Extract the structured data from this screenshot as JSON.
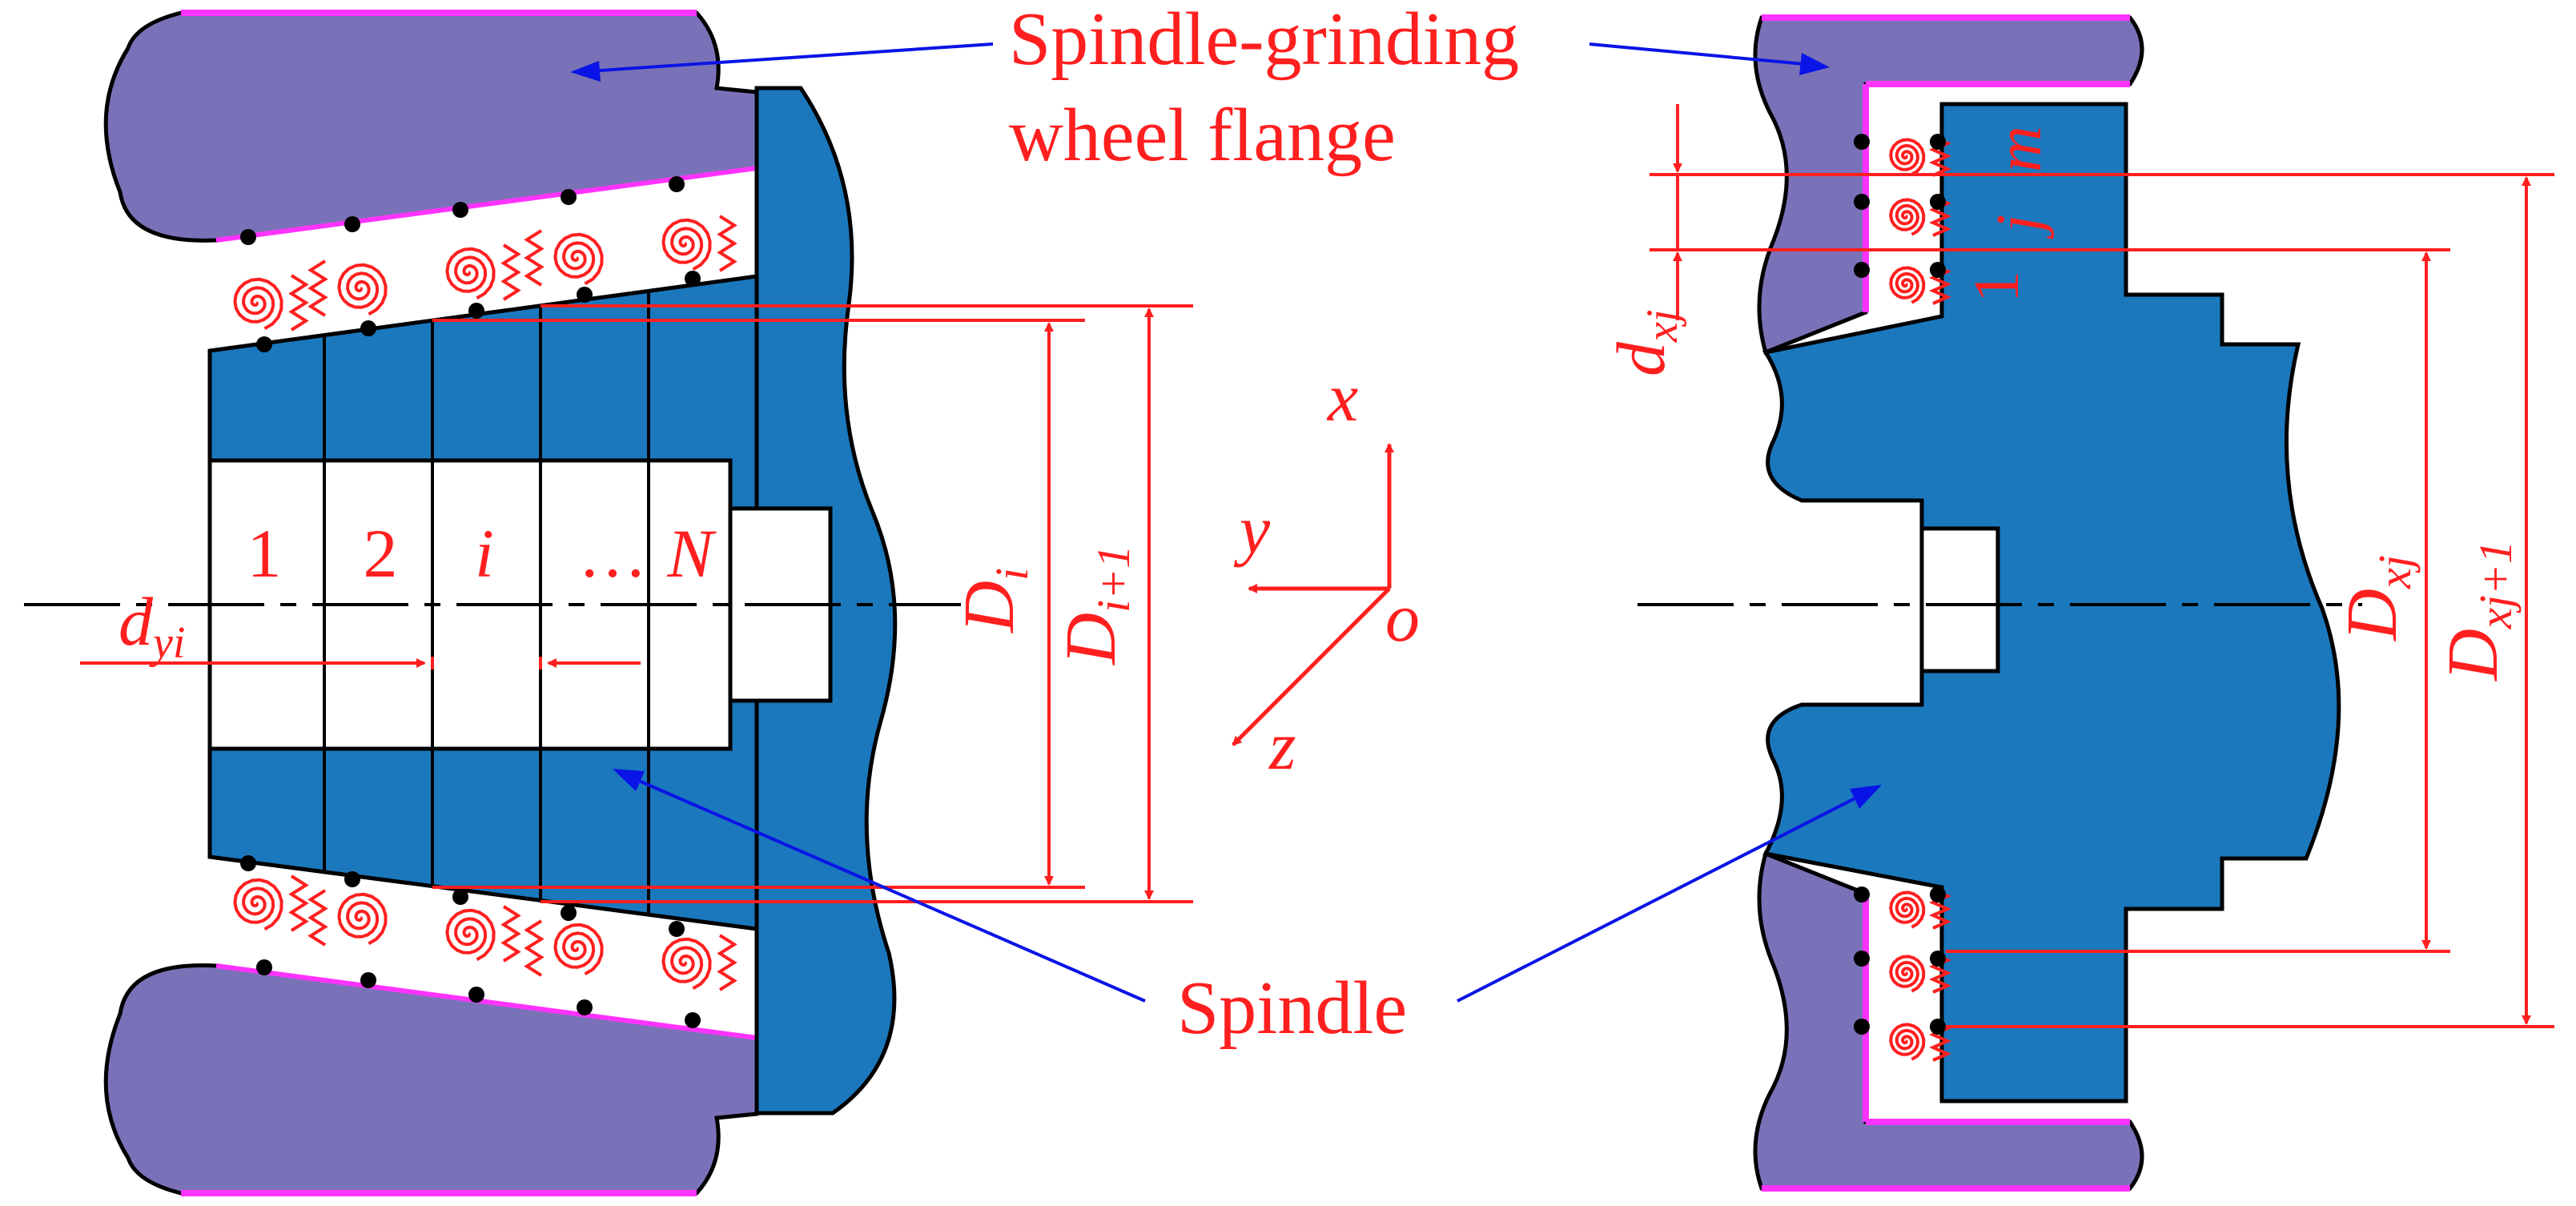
{
  "colors": {
    "flange_fill": "#7a72b8",
    "flange_edge": "#ff33ff",
    "spindle_fill": "#1b78bd",
    "annotation_red": "#ff1f1f",
    "leader_blue": "#0a14e6",
    "outline": "#000000"
  },
  "labels": {
    "flange_title_line1": "Spindle-grinding",
    "flange_title_line2": "wheel flange",
    "spindle": "Spindle",
    "seg_1": "1",
    "seg_2": "2",
    "seg_i": "i",
    "seg_dots": "…",
    "seg_N": "N",
    "d_yi_base": "d",
    "d_yi_sub": "yi",
    "D_i_base": "D",
    "D_i_sub": "i",
    "D_i1_base": "D",
    "D_i1_sub": "i+1",
    "axis_x": "x",
    "axis_y": "y",
    "axis_z": "z",
    "axis_o": "o",
    "row_1": "1",
    "row_j": "j",
    "row_m": "m",
    "d_xj_base": "d",
    "d_xj_sub": "xj",
    "D_xj_base": "D",
    "D_xj_sub": "xj",
    "D_xj1_base": "D",
    "D_xj1_sub": "xj+1"
  },
  "icons": {
    "bearing_element": "spiral-spring-icon"
  }
}
